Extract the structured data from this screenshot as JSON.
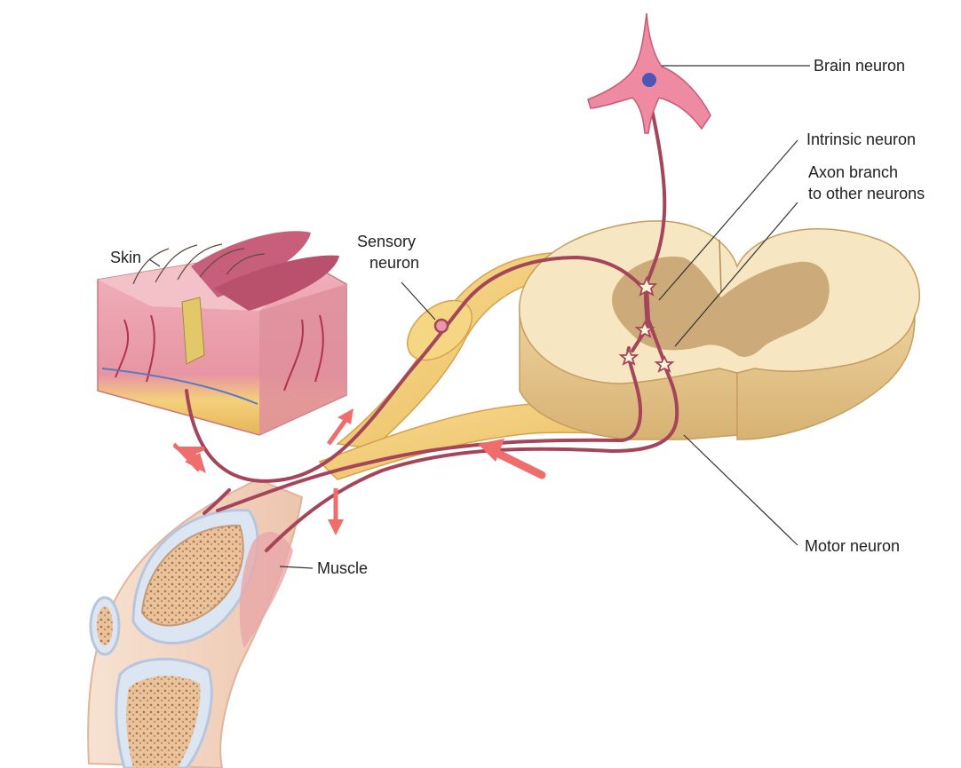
{
  "labels": {
    "brain_neuron": "Brain neuron",
    "intrinsic_neuron": "Intrinsic neuron",
    "axon_branch_line1": "Axon branch",
    "axon_branch_line2": "to other neurons",
    "skin": "Skin",
    "sensory_line1": "Sensory",
    "sensory_line2": "neuron",
    "muscle": "Muscle",
    "motor_neuron": "Motor neuron"
  },
  "colors": {
    "nerve_fiber": "#a4455a",
    "nerve_bundle": "#f2cf7e",
    "spinal_white_matter": "#f4e2b8",
    "spinal_gray_matter": "#c9a572",
    "skin_pink": "#e59aa6",
    "bone_marrow": "#d8a67a",
    "arrow_red": "#ef6d6d",
    "neuron_body": "#ef8aa3",
    "nucleus": "#4b57b8"
  }
}
